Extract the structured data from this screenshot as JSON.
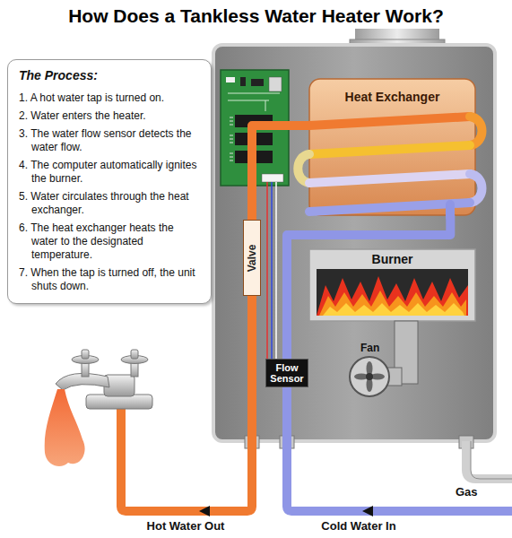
{
  "diagram": {
    "title": "How Does a Tankless Water Heater Work?",
    "nodes": [
      {
        "text": [
          "The Process:",
          "1. A hot water tap is turned on.",
          "2. Water enters the heater.",
          "3. The water flow sensor detects the water flow.",
          "4. The computer automatically ignites the burner.",
          "5. Water circulates through the heat exchanger.",
          "6. The heat exchanger heats the water to the designated temperature.",
          "7. When the tap is turned off, the unit shuts down."
        ]
      },
      {
        "text": [
          "Heat Exchanger"
        ]
      },
      {
        "text": [
          "Valve"
        ]
      },
      {
        "text": [
          "Burner"
        ]
      },
      {
        "text": [
          "Flow Sensor"
        ]
      }
    ],
    "edges": [
      {
        "from": 4,
        "to": 1,
        "arrow": "none"
      },
      {
        "from": 1,
        "to": 2,
        "arrow": "none"
      }
    ],
    "labels": [
      "Fan",
      "Gas",
      "Hot Water Out",
      "Cold Water In"
    ]
  }
}
